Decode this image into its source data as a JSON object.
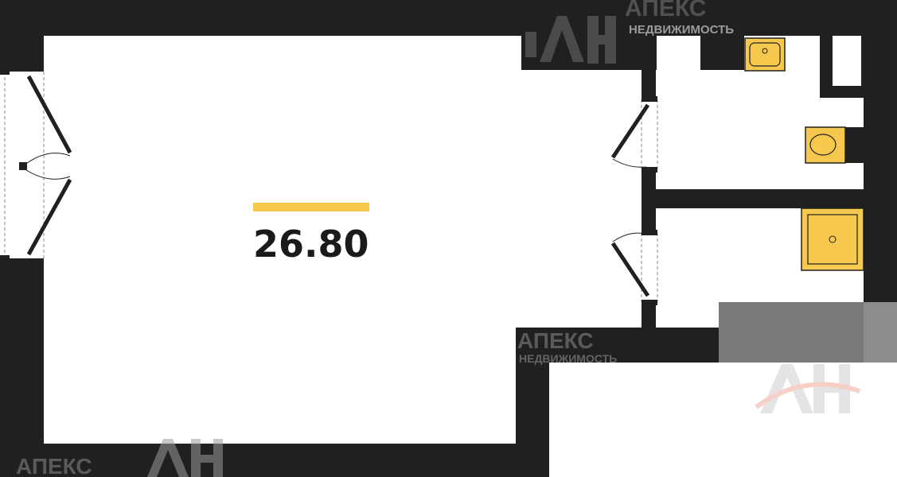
{
  "plan": {
    "room_area": "26.80",
    "colors": {
      "wall": "#202020",
      "fixture": "#f6c94e",
      "accent_bar": "#f6c94e",
      "floor": "#ffffff",
      "watermark": "#9a9a9a",
      "watermark_accent": "#f0a89a"
    }
  },
  "watermark": {
    "brand": "АПЕКС",
    "subtitle": "НЕДВИЖИМОСТЬ",
    "logo": "АН"
  },
  "fixtures": [
    "sink-icon",
    "toilet-icon",
    "shower-tray-icon",
    "door-swing-icon"
  ]
}
